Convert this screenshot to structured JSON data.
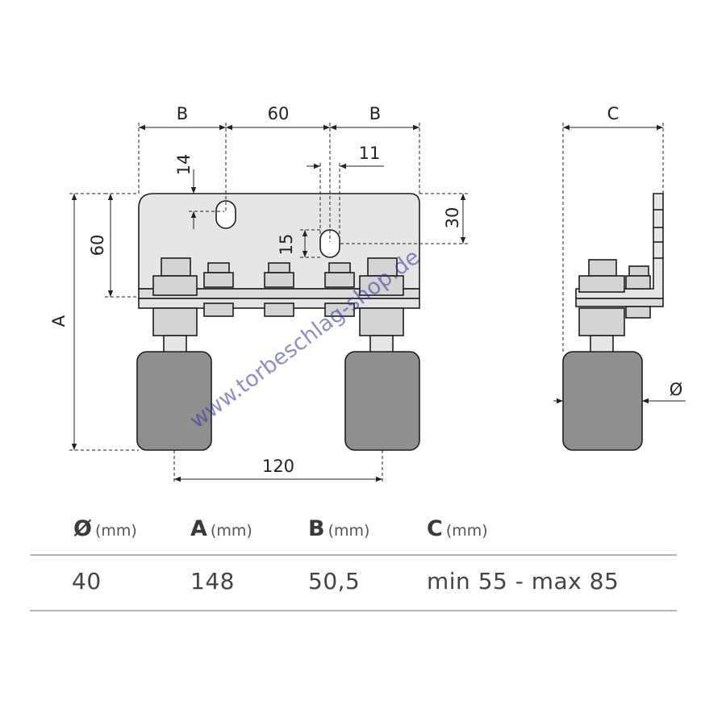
{
  "dimensions": {
    "B_left": "B",
    "sixty_top": "60",
    "B_right": "B",
    "C_label": "C",
    "fourteen": "14",
    "eleven": "11",
    "thirty": "30",
    "fifteen": "15",
    "sixty_left": "60",
    "A_label": "A",
    "one_twenty": "120",
    "diameter": "Ø"
  },
  "watermark": "www.torbeschlag-shop.de",
  "table": {
    "headers": [
      {
        "symbol": "Ø",
        "unit": "(mm)"
      },
      {
        "symbol": "A",
        "unit": "(mm)"
      },
      {
        "symbol": "B",
        "unit": "(mm)"
      },
      {
        "symbol": "C",
        "unit": "(mm)"
      }
    ],
    "values": [
      "40",
      "148",
      "50,5",
      "min 55 - max 85"
    ]
  },
  "colors": {
    "wheel": "#8f8f8f",
    "plate": "#e6e6e6",
    "bolt": "#d4d4d4",
    "outline": "#1e1e1e",
    "watermark": "#33339a"
  }
}
